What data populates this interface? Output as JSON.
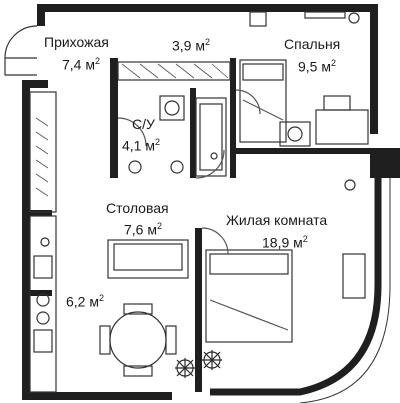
{
  "rooms": {
    "hallway": {
      "name": "Прихожая",
      "area": "7,4 м",
      "sup": "2"
    },
    "corridor": {
      "name": "",
      "area": "3,9 м",
      "sup": "2"
    },
    "bedroom": {
      "name": "Спальня",
      "area": "9,5 м",
      "sup": "2"
    },
    "bathroom": {
      "name": "С/У",
      "area": "4,1 м",
      "sup": "2"
    },
    "dining": {
      "name": "Столовая",
      "area": "7,6 м",
      "sup": "2"
    },
    "living": {
      "name": "Жилая комната",
      "area": "18,9 м",
      "sup": "2"
    },
    "kitchen": {
      "name": "",
      "area": "6,2 м",
      "sup": "2"
    }
  },
  "colors": {
    "wall": "#1f1f1f",
    "line": "#333333",
    "plant": "#2b2b2b"
  }
}
